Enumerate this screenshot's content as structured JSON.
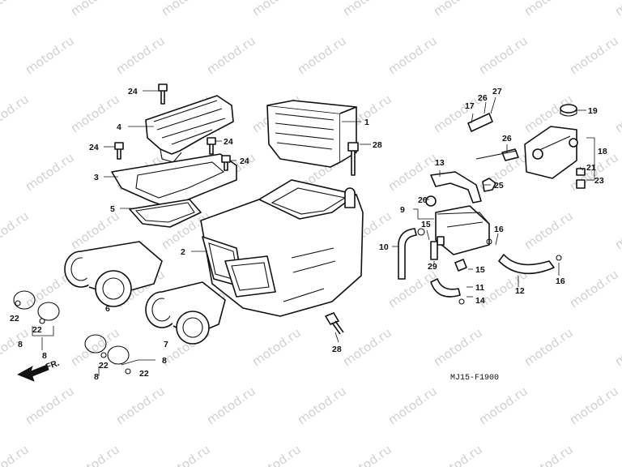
{
  "diagram_code": "MJ15-F1900",
  "direction_label": "FR.",
  "watermark_text": "motod.ru",
  "callouts": [
    {
      "id": "c1",
      "text": "1"
    },
    {
      "id": "c2",
      "text": "2"
    },
    {
      "id": "c3",
      "text": "3"
    },
    {
      "id": "c4",
      "text": "4"
    },
    {
      "id": "c5",
      "text": "5"
    },
    {
      "id": "c6",
      "text": "6"
    },
    {
      "id": "c7",
      "text": "7"
    },
    {
      "id": "c8a",
      "text": "8"
    },
    {
      "id": "c8b",
      "text": "8"
    },
    {
      "id": "c8c",
      "text": "8"
    },
    {
      "id": "c8d",
      "text": "8"
    },
    {
      "id": "c9",
      "text": "9"
    },
    {
      "id": "c10",
      "text": "10"
    },
    {
      "id": "c11",
      "text": "11"
    },
    {
      "id": "c12",
      "text": "12"
    },
    {
      "id": "c13",
      "text": "13"
    },
    {
      "id": "c14",
      "text": "14"
    },
    {
      "id": "c15a",
      "text": "15"
    },
    {
      "id": "c15b",
      "text": "15"
    },
    {
      "id": "c16a",
      "text": "16"
    },
    {
      "id": "c16b",
      "text": "16"
    },
    {
      "id": "c17",
      "text": "17"
    },
    {
      "id": "c18",
      "text": "18"
    },
    {
      "id": "c19",
      "text": "19"
    },
    {
      "id": "c20",
      "text": "20"
    },
    {
      "id": "c21",
      "text": "21"
    },
    {
      "id": "c22a",
      "text": "22"
    },
    {
      "id": "c22b",
      "text": "22"
    },
    {
      "id": "c22c",
      "text": "22"
    },
    {
      "id": "c22d",
      "text": "22"
    },
    {
      "id": "c23",
      "text": "23"
    },
    {
      "id": "c24a",
      "text": "24"
    },
    {
      "id": "c24b",
      "text": "24"
    },
    {
      "id": "c24c",
      "text": "24"
    },
    {
      "id": "c24d",
      "text": "24"
    },
    {
      "id": "c25",
      "text": "25"
    },
    {
      "id": "c26a",
      "text": "26"
    },
    {
      "id": "c26b",
      "text": "26"
    },
    {
      "id": "c27",
      "text": "27"
    },
    {
      "id": "c28a",
      "text": "28"
    },
    {
      "id": "c28b",
      "text": "28"
    },
    {
      "id": "c29",
      "text": "29"
    }
  ]
}
